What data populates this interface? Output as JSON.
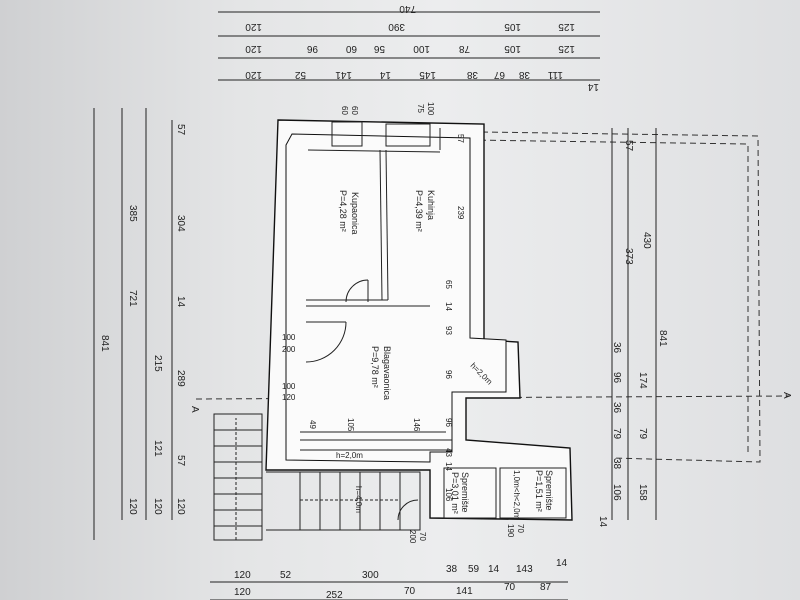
{
  "top_dimensions": {
    "row1": [
      "740"
    ],
    "row2": [
      "120",
      "390",
      "105",
      "125"
    ],
    "row3": [
      "120",
      "96",
      "60",
      "56",
      "100",
      "78",
      "105",
      "125"
    ],
    "row4": [
      "120",
      "52",
      "141",
      "14",
      "145",
      "38",
      "67",
      "38",
      "111",
      "14"
    ]
  },
  "bottom_dimensions": {
    "row1": [
      "120",
      "52",
      "300",
      "38",
      "59",
      "14",
      "143",
      "14"
    ],
    "row2": [
      "120",
      "252",
      "70",
      "141",
      "70",
      "87"
    ]
  },
  "left_dimensions": {
    "outer": [
      "841"
    ],
    "middle": [
      "385",
      "721",
      "120"
    ],
    "inner_a": [
      "215",
      "121",
      "120"
    ],
    "inner_b": [
      "57",
      "304",
      "14",
      "289",
      "57",
      "120"
    ]
  },
  "right_dimensions": {
    "outer": [
      "430",
      "841"
    ],
    "inner": [
      "57",
      "373",
      "36",
      "174",
      "36",
      "79",
      "38",
      "158"
    ],
    "inner2": [
      "96",
      "79",
      "106",
      "14"
    ]
  },
  "interior_dimensions": {
    "window_top_left": [
      "60",
      "60"
    ],
    "window_top_right": [
      "100",
      "75"
    ],
    "corner_57": "57",
    "kitchen_wall": "239",
    "small_65": "65",
    "small_14": "14",
    "small_93": "93",
    "small_96a": "96",
    "small_96b": "96",
    "small_43": "43",
    "small_14b": "14",
    "small_106": "106",
    "bottom_49": "49",
    "bottom_105": "105",
    "bottom_146": "146",
    "left_100a": "100",
    "left_200": "200",
    "left_100b": "100",
    "left_120": "120",
    "door_70a": "70",
    "door_200": "200",
    "door_70b": "70",
    "door_190": "190"
  },
  "rooms": [
    {
      "name": "Kupaonica",
      "area": "P=4,28 m²"
    },
    {
      "name": "Kuhinja",
      "area": "P=4,39 m²"
    },
    {
      "name": "Blagavaonica",
      "area": "P=9,78 m²"
    },
    {
      "name": "Spremište",
      "area": "P=3,01 m²"
    },
    {
      "name": "Spremište",
      "area": "P=1,51 m²"
    }
  ],
  "stair_labels": {
    "upper": "h=2,0m",
    "lower": "h=4,0m",
    "storage_note": "1,0m<h<2,0m"
  },
  "section_markers": [
    "A",
    "A"
  ]
}
